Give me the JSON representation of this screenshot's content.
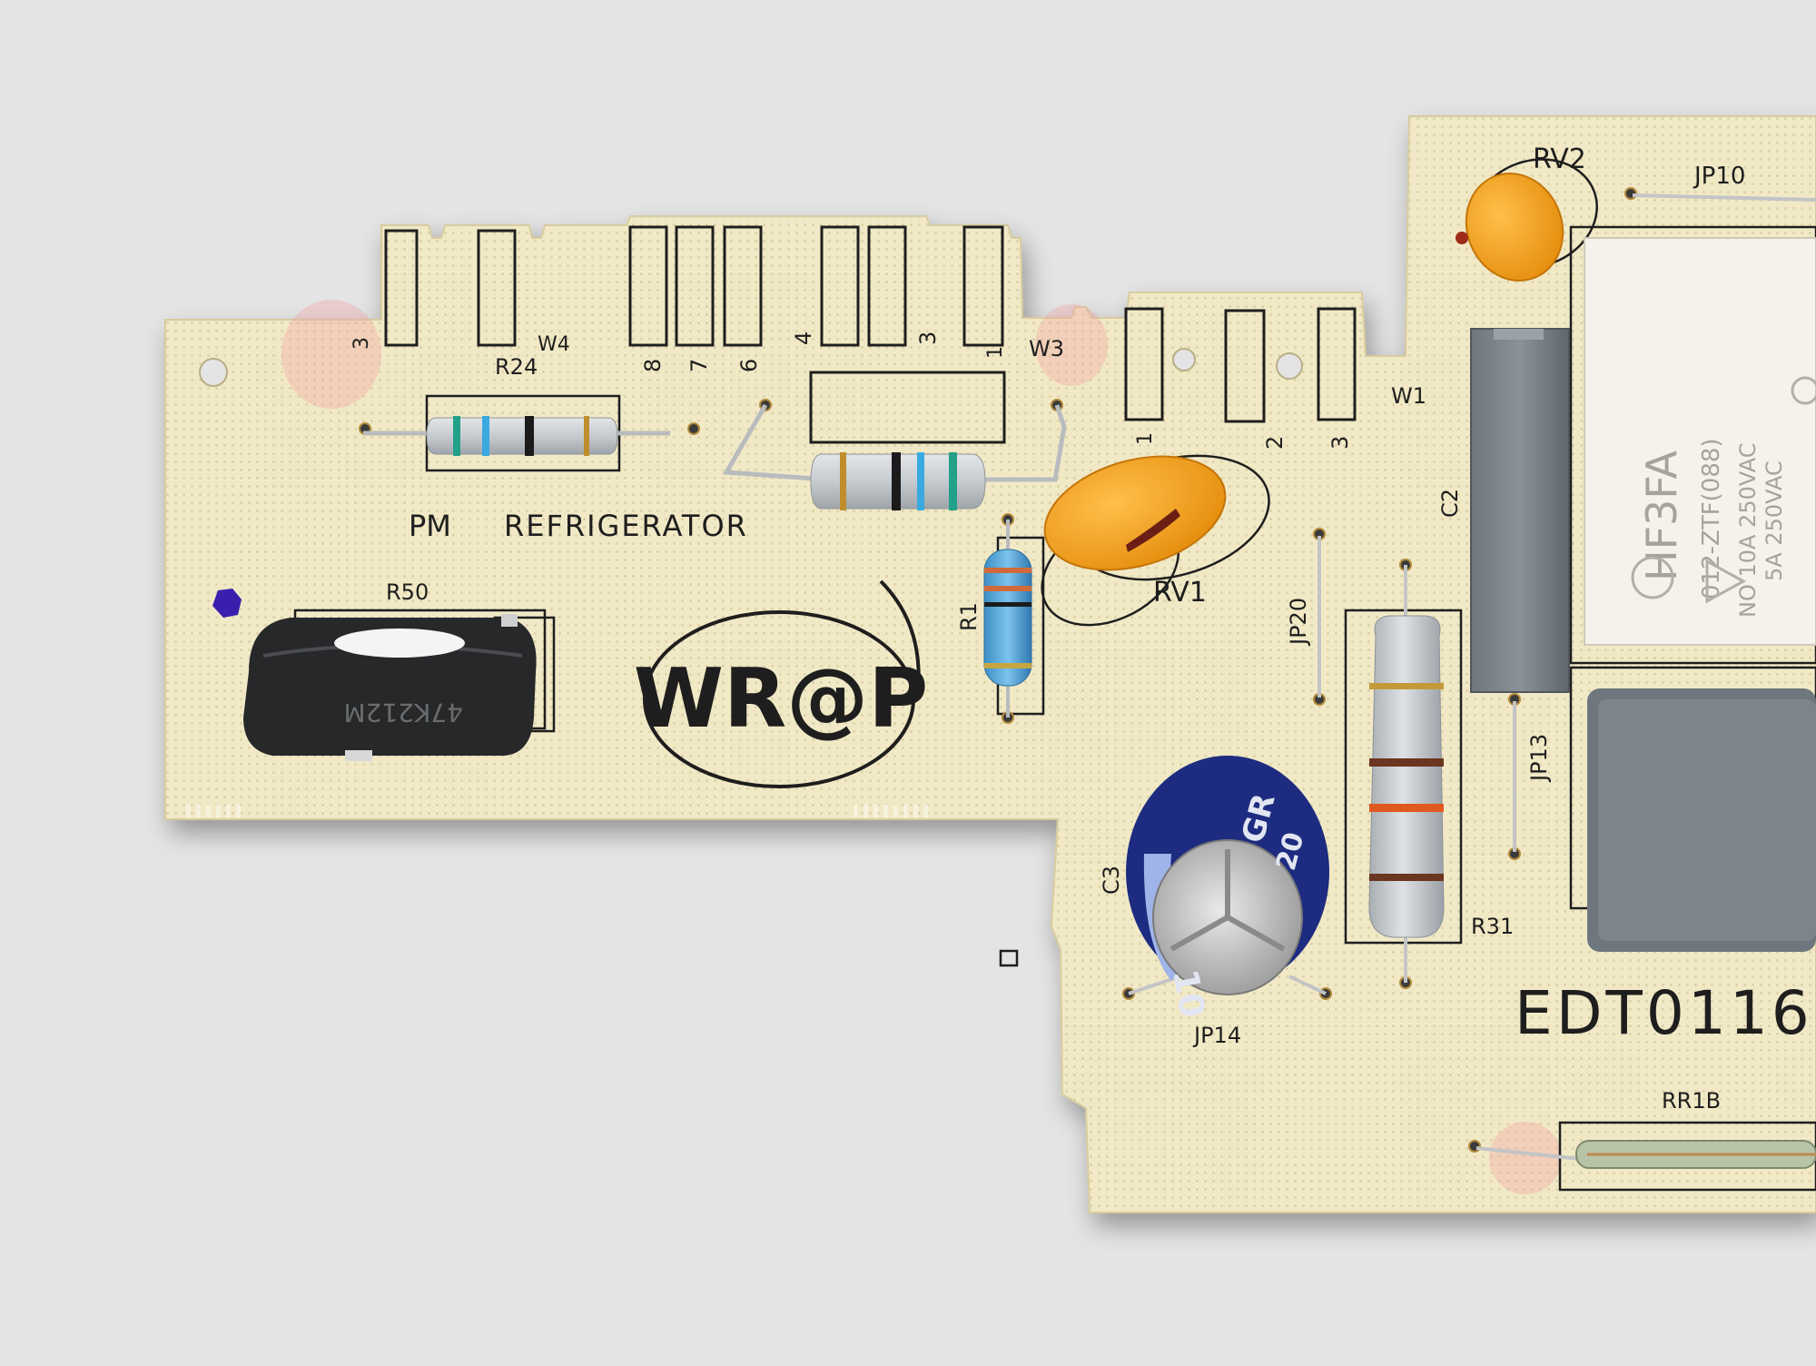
{
  "colors": {
    "background": "#e4e4e4",
    "board": "#f1e9c6",
    "silkscreen": "#1e1e1e",
    "resistor_body": "#c7ccd0",
    "varistor": "#f1a21b",
    "capacitor_sleeve": "#1f2f86",
    "relay_body": "#f5f2ec",
    "film_cap": "#777f86",
    "reed_glass": "#b7c4a8"
  },
  "labels": {
    "pm": "PM",
    "refrigerator": "REFRIGERATOR",
    "r24": "R24",
    "w4": "W4",
    "w3": "W3",
    "w1": "W1",
    "r50": "R50",
    "r1": "R1",
    "rv1": "RV1",
    "rv2": "RV2",
    "jp10": "JP10",
    "jp20": "JP20",
    "jp13": "JP13",
    "jp14": "JP14",
    "c2": "C2",
    "c3": "C3",
    "r31": "R31",
    "rr1b": "RR1B",
    "part_number": "EDT0116",
    "pin_3a": "3",
    "pin_8": "8",
    "pin_7": "7",
    "pin_6": "6",
    "pin_4": "4",
    "pin_3b": "3",
    "pin_1a": "1",
    "pin_1b": "1",
    "pin_2": "2",
    "pin_3c": "3"
  },
  "logo": {
    "text": "WR@P"
  },
  "components": {
    "trimmer_marking": "47K212M",
    "relay_model": "HF3FA",
    "relay_code": "012-ZTF(088)",
    "relay_rating_1": "NO 10A 250VAC",
    "relay_rating_2": "5A 250VAC",
    "capacitor_marking": "GR",
    "capacitor_marking_2": "20",
    "capacitor_value": "10"
  }
}
